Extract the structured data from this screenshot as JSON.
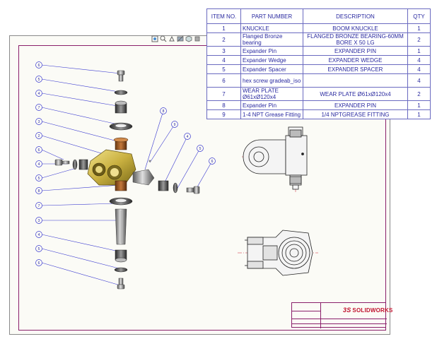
{
  "toolbar": {
    "icons": [
      "zoom-fit-icon",
      "zoom-area-icon",
      "pan-icon",
      "section-view-icon",
      "view-orientation-icon",
      "display-style-icon"
    ]
  },
  "bom": {
    "headers": [
      "ITEM NO.",
      "PART NUMBER",
      "DESCRIPTION",
      "QTY"
    ],
    "rows": [
      {
        "item": "1",
        "part": "KNUCKLE",
        "desc": "BOOM KNUCKLE",
        "qty": "1"
      },
      {
        "item": "2",
        "part": "Flanged Bronze bearing",
        "desc": "FLANGED BRONZE BEARING-60MM BORE X 50 LG",
        "qty": "2"
      },
      {
        "item": "3",
        "part": "Expander Pin",
        "desc": "EXPANDER PIN",
        "qty": "1"
      },
      {
        "item": "4",
        "part": "Expander Wedge",
        "desc": "EXPANDER WEDGE",
        "qty": "4"
      },
      {
        "item": "5",
        "part": "Expander Spacer",
        "desc": "EXPANDER SPACER",
        "qty": "4"
      },
      {
        "item": "6",
        "part": "hex screw gradeab_iso",
        "desc": "",
        "qty": "4"
      },
      {
        "item": "7",
        "part": "WEAR PLATE Ø61xØ120x4",
        "desc": "WEAR PLATE Ø61xØ120x4",
        "qty": "2"
      },
      {
        "item": "8",
        "part": "Expander Pin",
        "desc": "EXPANDER PIN",
        "qty": "1"
      },
      {
        "item": "9",
        "part": "1-4 NPT Grease Fitting",
        "desc": "1/4 NPTGREASE FITTING",
        "qty": "1"
      }
    ]
  },
  "balloons": {
    "left": [
      "6",
      "5",
      "4",
      "7",
      "3",
      "2",
      "6",
      "4",
      "5",
      "8",
      "7",
      "3",
      "4",
      "5",
      "6"
    ],
    "right": [
      "8",
      "9",
      "4",
      "5",
      "6"
    ]
  },
  "title_block": {
    "logo_text": "SOLIDWORKS",
    "logo_mark": "3S"
  },
  "colors": {
    "frame": "#8a1f6a",
    "bom_text": "#2a2aa0",
    "balloon_line": "#3a3ad0",
    "logo": "#c0122f"
  }
}
